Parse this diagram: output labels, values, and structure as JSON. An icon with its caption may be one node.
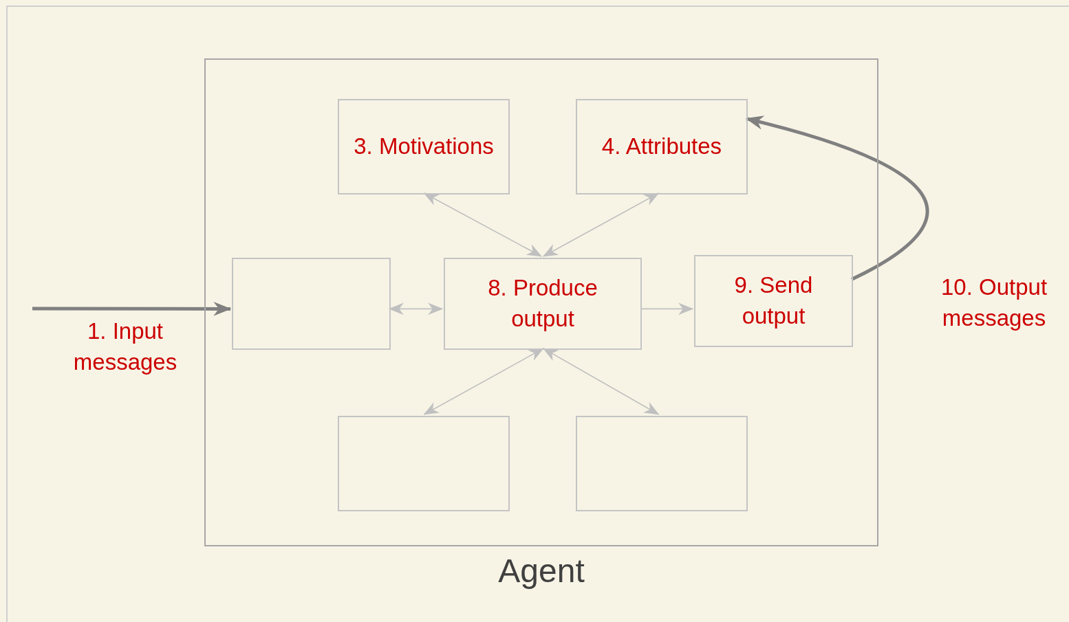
{
  "diagram": {
    "nodes": [
      {
        "text": [
          "Agent"
        ]
      },
      {
        "text": [
          "3. Motivations"
        ],
        "in": 0
      },
      {
        "text": [
          "4. Attributes"
        ],
        "in": 0
      },
      {
        "text": [],
        "shape": "box",
        "in": 0
      },
      {
        "text": [
          "8. Produce output"
        ],
        "in": 0
      },
      {
        "text": [
          "9. Send output"
        ],
        "in": 0
      },
      {
        "text": [],
        "shape": "box",
        "in": 0
      },
      {
        "text": [],
        "shape": "box",
        "in": 0
      }
    ],
    "edges": [
      {
        "from": null,
        "to": 3,
        "arrow": "to",
        "label": "1. Input messages",
        "style": "thick",
        "color": "#808080"
      },
      {
        "from": 1,
        "to": 4,
        "arrow": "both"
      },
      {
        "from": 2,
        "to": 4,
        "arrow": "both"
      },
      {
        "from": 3,
        "to": 4,
        "arrow": "both"
      },
      {
        "from": 4,
        "to": 5,
        "arrow": "to"
      },
      {
        "from": 4,
        "to": 6,
        "arrow": "both"
      },
      {
        "from": 4,
        "to": 7,
        "arrow": "both"
      },
      {
        "from": 5,
        "to": 2,
        "arrow": "to",
        "label": "10. Output messages",
        "style": "thick",
        "color": "#808080"
      }
    ]
  }
}
